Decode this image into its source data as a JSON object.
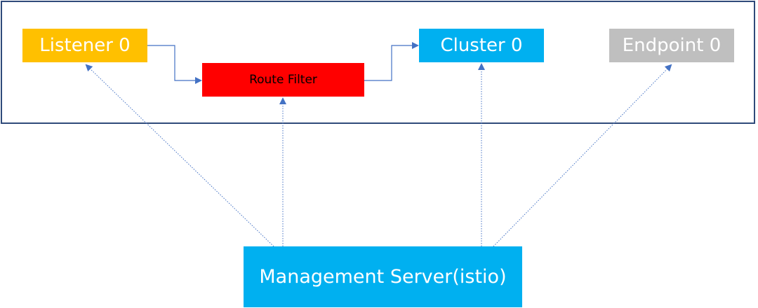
{
  "diagram": {
    "nodes": {
      "listener": "Listener 0",
      "route_filter": "Route Filter",
      "cluster": "Cluster 0",
      "endpoint": "Endpoint 0",
      "management_server": "Management Server(istio)"
    },
    "edges": [
      {
        "from": "listener",
        "to": "route_filter",
        "style": "solid"
      },
      {
        "from": "route_filter",
        "to": "cluster",
        "style": "solid"
      },
      {
        "from": "management_server",
        "to": "listener",
        "style": "dotted"
      },
      {
        "from": "management_server",
        "to": "route_filter",
        "style": "dotted"
      },
      {
        "from": "management_server",
        "to": "cluster",
        "style": "dotted"
      },
      {
        "from": "management_server",
        "to": "endpoint",
        "style": "dotted"
      }
    ],
    "colors": {
      "listener": "#ffc000",
      "route_filter": "#ff0000",
      "cluster": "#00b0f0",
      "endpoint": "#bfbfbf",
      "management_server": "#00b0f0",
      "frame_border": "#2f4a7a",
      "connector": "#4472c4"
    }
  }
}
